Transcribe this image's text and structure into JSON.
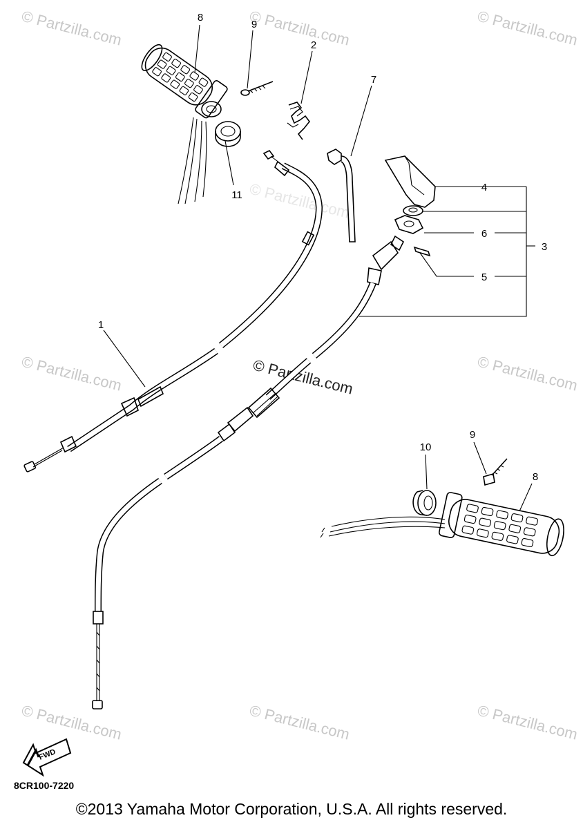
{
  "watermarks": [
    "© Partzilla.com",
    "© Partzilla.com",
    "© Partzilla.com",
    "© Partzilla.com",
    "© Partzilla.com",
    "© Partzilla.com",
    "© Partzilla.com",
    "© Partzilla.com",
    "© Partzilla.com",
    "© Partzilla.com"
  ],
  "callouts": {
    "c1": "1",
    "c2": "2",
    "c3": "3",
    "c4": "4",
    "c5": "5",
    "c6": "6",
    "c7": "7",
    "c8a": "8",
    "c8b": "8",
    "c9a": "9",
    "c9b": "9",
    "c10": "10",
    "c11": "11"
  },
  "fwd_label": "FWD",
  "diagram_code": "8CR100-7220",
  "copyright": "©2013 Yamaha Motor Corporation, U.S.A. All rights reserved."
}
